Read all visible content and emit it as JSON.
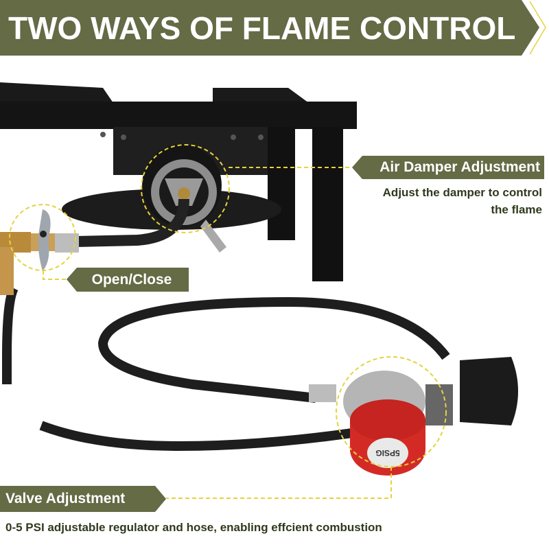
{
  "title": "TWO WAYS OF FLAME CONTROL",
  "callouts": {
    "air_damper": {
      "label": "Air Damper Adjustment",
      "description_line1": "Adjust the damper to control",
      "description_line2": "the flame"
    },
    "open_close": {
      "label": "Open/Close"
    },
    "valve": {
      "label": "Valve Adjustment",
      "description": "0-5 PSI adjustable regulator and hose, enabling effcient combustion"
    }
  },
  "product_marking": "5PSIG",
  "colors": {
    "banner": "#646b45",
    "text_dark": "#2f3a1d",
    "dash": "#e6d23c",
    "regulator_knob": "#d42a26"
  }
}
